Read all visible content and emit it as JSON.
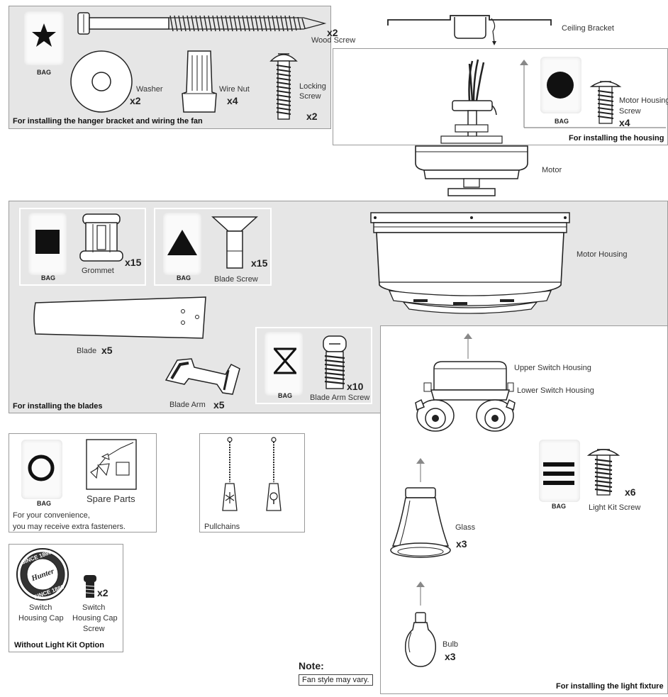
{
  "hanger_panel": {
    "bag_label": "BAG",
    "wood_screw_qty": "x2",
    "wood_screw_label": "Wood Screw",
    "washer_label": "Washer",
    "washer_qty": "x2",
    "wire_nut_label": "Wire Nut",
    "wire_nut_qty": "x4",
    "locking_screw_label_1": "Locking",
    "locking_screw_label_2": "Screw",
    "locking_screw_qty": "x2",
    "caption": "For installing the hanger bracket and wiring the fan"
  },
  "ceiling_bracket_label": "Ceiling Bracket",
  "housing_panel": {
    "bag_label": "BAG",
    "screw_label_1": "Motor Housing",
    "screw_label_2": "Screw",
    "screw_qty": "x4",
    "caption": "For installing the housing"
  },
  "motor_label": "Motor",
  "blades_panel": {
    "grommet_bag_label": "BAG",
    "grommet_label": "Grommet",
    "grommet_qty": "x15",
    "blade_screw_bag_label": "BAG",
    "blade_screw_label": "Blade Screw",
    "blade_screw_qty": "x15",
    "blade_label": "Blade",
    "blade_qty": "x5",
    "blade_arm_label": "Blade Arm",
    "blade_arm_qty": "x5",
    "arm_screw_bag_label": "BAG",
    "arm_screw_label": "Blade Arm Screw",
    "arm_screw_qty": "x10",
    "caption": "For installing the blades",
    "motor_housing_label": "Motor Housing"
  },
  "spare_panel": {
    "bag_label": "BAG",
    "spare_parts_label": "Spare Parts",
    "note_line_1": "For your convenience,",
    "note_line_2": "you may receive extra fasteners."
  },
  "pullchains_label": "Pullchains",
  "switch_cap_panel": {
    "cap_label_1": "Switch",
    "cap_label_2": "Housing Cap",
    "screw_label_1": "Switch",
    "screw_label_2": "Housing Cap",
    "screw_label_3": "Screw",
    "screw_qty": "x2",
    "caption": "Without Light Kit Option",
    "logo_text_top": "SINCE 1886",
    "logo_text_bottom": "SINCE 1886",
    "logo_script": "Hunter"
  },
  "note": {
    "title": "Note:",
    "text": "Fan style may vary."
  },
  "light_panel": {
    "upper_switch_label": "Upper Switch Housing",
    "lower_switch_label": "Lower Switch Housing",
    "bag_label": "BAG",
    "light_kit_screw_label": "Light Kit Screw",
    "light_kit_screw_qty": "x6",
    "glass_label": "Glass",
    "glass_qty": "x3",
    "bulb_label": "Bulb",
    "bulb_qty": "x3",
    "caption": "For installing the light fixture"
  },
  "icons": [
    "star-icon",
    "circle-icon",
    "square-icon",
    "triangle-icon",
    "hourglass-icon",
    "ring-icon",
    "stripes-icon",
    "arrow-up-icon"
  ]
}
